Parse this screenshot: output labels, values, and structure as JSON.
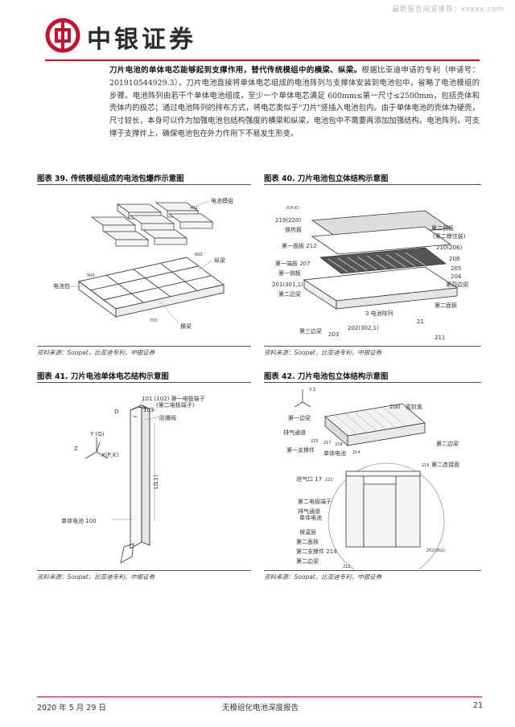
{
  "watermark": "最新报告阅览推荐：xxxxx.com",
  "brand": {
    "name": "中银证券",
    "color": "#c8102e"
  },
  "intro": {
    "lead": "刀片电池的单体电芯能够起到支撑作用，替代传统模组中的横梁、纵梁。",
    "body": "根据比亚迪申请的专利（申请号：201910544929.3），刀片电池直接将单体电芯组成的电池阵列与支撑体安装到电池包中，省略了电池模组的步骤。电池阵列由若干个单体电池组成，至少一个单体电芯满足 600mm≤第一尺寸≤2500mm，包括壳体和壳体内的极芯；通过电池阵列的排布方式，将电芯类似于\"刀片\"竖插入电池包内。由于单体电池的壳体为硬壳，尺寸较长，本身可以作为加强电池包结构强度的横梁和纵梁，电池包中不需要再添加加强结构。电池阵列，可支撑于支撑件上，确保电池包在外力作用下不易发生形变。"
  },
  "figures": {
    "f39": {
      "title": "图表 39. 传统模组组成的电池包爆炸示意图",
      "source": "资料来源：Soopat，比亚迪专利，中银证券",
      "labels": {
        "module": "电池模组",
        "longitudinal": "纵梁",
        "pack": "电池包",
        "crossbeam": "横梁",
        "n400": "400",
        "n500": "500",
        "n600": "600",
        "n700": "700"
      }
    },
    "f40": {
      "title": "图表 40. 刀片电池包立体结构示意图",
      "source": "资料来源：Soopat，比亚迪专利，中银证券",
      "labels": {
        "axes": "X(P,K)",
        "n219": "219(220)",
        "heat": "换热板",
        "second_side": "第二侧板",
        "second_support": "(第二撑住装)",
        "first_face": "第一面板 212",
        "n210": "210(206)",
        "first_end": "第一端板 207",
        "n208": "208",
        "first_side": "第一侧板",
        "n205": "205",
        "n204": "204",
        "n201": "201(301,1)",
        "second_end_beam": "第二边梁",
        "fourth_beam": "第四边梁",
        "battery_array": "3 电池阵列",
        "second_face": "第二面板",
        "third_beam": "第三边梁",
        "n203": "203",
        "n202": "202(302,1)",
        "n21": "21",
        "n211": "211"
      }
    },
    "f41": {
      "title": "图表 41. 刀片电池单体电芯结构示意图",
      "source": "资料来源：Soopat，比亚迪专利，中银证券",
      "labels": {
        "terminal1": "101 (102) 第一电极端子",
        "terminal2": "(第二电极端子)",
        "n103": "103",
        "valve": "防爆阀",
        "d": "D",
        "z": "Z",
        "y": "Y (Q)",
        "x": "X(P,K)",
        "l": "L(L1)",
        "cell": "单体电池 100"
      }
    },
    "f42": {
      "title": "图表 42. 刀片电池包立体结构示意图",
      "source": "资料来源：Soopat，比亚迪专利，中银证券",
      "labels": {
        "top_axes": "X  Z",
        "seal_cover": "密封盖",
        "n200": "200",
        "first_beam": "第一边梁",
        "vent": "排气通道",
        "n215": "215",
        "n217": "217",
        "n218": "218",
        "first_support": "第一支撑件",
        "cell": "单体电池",
        "n214": "214",
        "second_beam": "第二边梁",
        "n216": "216",
        "second_mount": "第二连接面",
        "vent2": "进气口 17",
        "n221": "221",
        "second_plate": "第二电极端子",
        "vent_way": "排气通道",
        "cell2": "单体电池",
        "heat_insulation": "保温层",
        "second_face": "第二面板",
        "second_support": "第二支撑件 214",
        "second_beam2": "第二边梁",
        "n202": "202(302)",
        "n212": "212"
      }
    }
  },
  "footer": {
    "date": "2020 年 5 月 29 日",
    "title": "无模组化电池深度报告",
    "page": "21"
  }
}
